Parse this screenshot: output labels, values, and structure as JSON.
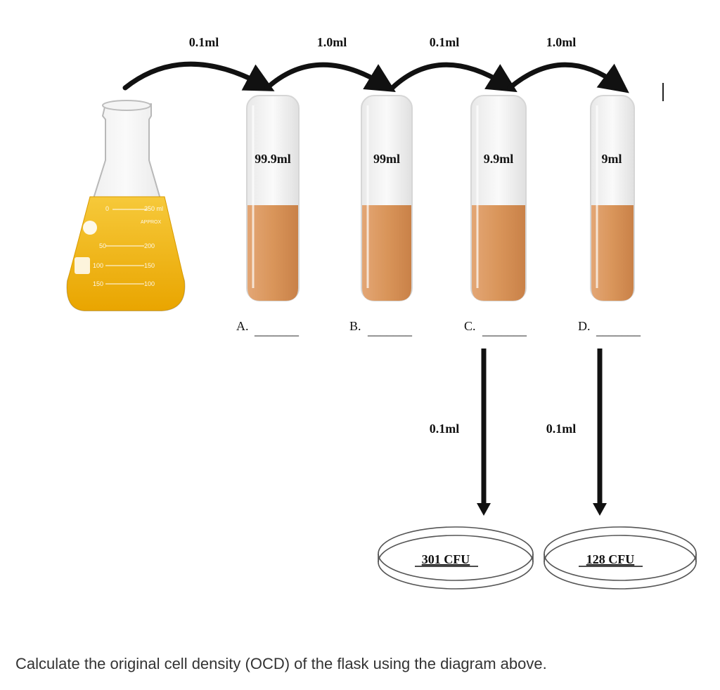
{
  "colors": {
    "liquid_flask": "#f2b705",
    "liquid_tube": "#d9955a",
    "arrow": "#111111",
    "question_text": "#333333"
  },
  "flask": {
    "graduations": [
      "0",
      "50",
      "100",
      "150",
      "200",
      "150",
      "100",
      "250 ml",
      "APPROX"
    ]
  },
  "transfers": [
    {
      "volume": "0.1ml"
    },
    {
      "volume": "1.0ml"
    },
    {
      "volume": "0.1ml"
    },
    {
      "volume": "1.0ml"
    }
  ],
  "tubes": [
    {
      "volume": "99.9ml",
      "label": "A.",
      "blank": "_______"
    },
    {
      "volume": "99ml",
      "label": "B.",
      "blank": "_______"
    },
    {
      "volume": "9.9ml",
      "label": "C.",
      "blank": "_______"
    },
    {
      "volume": "9ml",
      "label": "D.",
      "blank": "_______"
    }
  ],
  "platings": [
    {
      "volume": "0.1ml",
      "result": "301 CFU"
    },
    {
      "volume": "0.1ml",
      "result": "128 CFU"
    }
  ],
  "question": "Calculate the original cell density (OCD) of the flask using the diagram above."
}
